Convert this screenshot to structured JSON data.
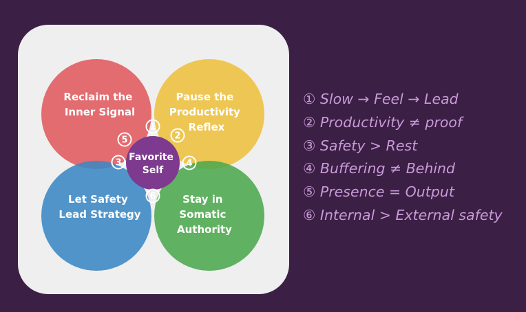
{
  "colors": {
    "background": "#3b1f44",
    "card": "#efefef",
    "red": "#e05a5f",
    "yellow": "#eec03d",
    "blue": "#3b87c4",
    "green": "#4ca94e",
    "center": "#7d3a8e",
    "legend_text": "#c89ad8"
  },
  "diagram": {
    "circles": [
      {
        "id": "top-left",
        "color": "red",
        "lines": [
          "Reclaim the",
          "Inner Signal"
        ]
      },
      {
        "id": "top-right",
        "color": "yellow",
        "lines": [
          "Pause the",
          "Productivity",
          "Reflex"
        ]
      },
      {
        "id": "bottom-left",
        "color": "blue",
        "lines": [
          "Let Safety",
          "Lead Strategy"
        ]
      },
      {
        "id": "bottom-right",
        "color": "green",
        "lines": [
          "Stay in",
          "Somatic",
          "Authority"
        ]
      }
    ],
    "center": {
      "lines": [
        "Favorite",
        "Self"
      ]
    },
    "badges": [
      "1",
      "2",
      "3",
      "4",
      "5",
      "6"
    ]
  },
  "legend": [
    "① Slow → Feel → Lead",
    "② Productivity ≠ proof",
    "③ Safety > Rest",
    "④ Buffering ≠ Behind",
    "⑤ Presence = Output",
    "⑥ Internal > External safety"
  ]
}
